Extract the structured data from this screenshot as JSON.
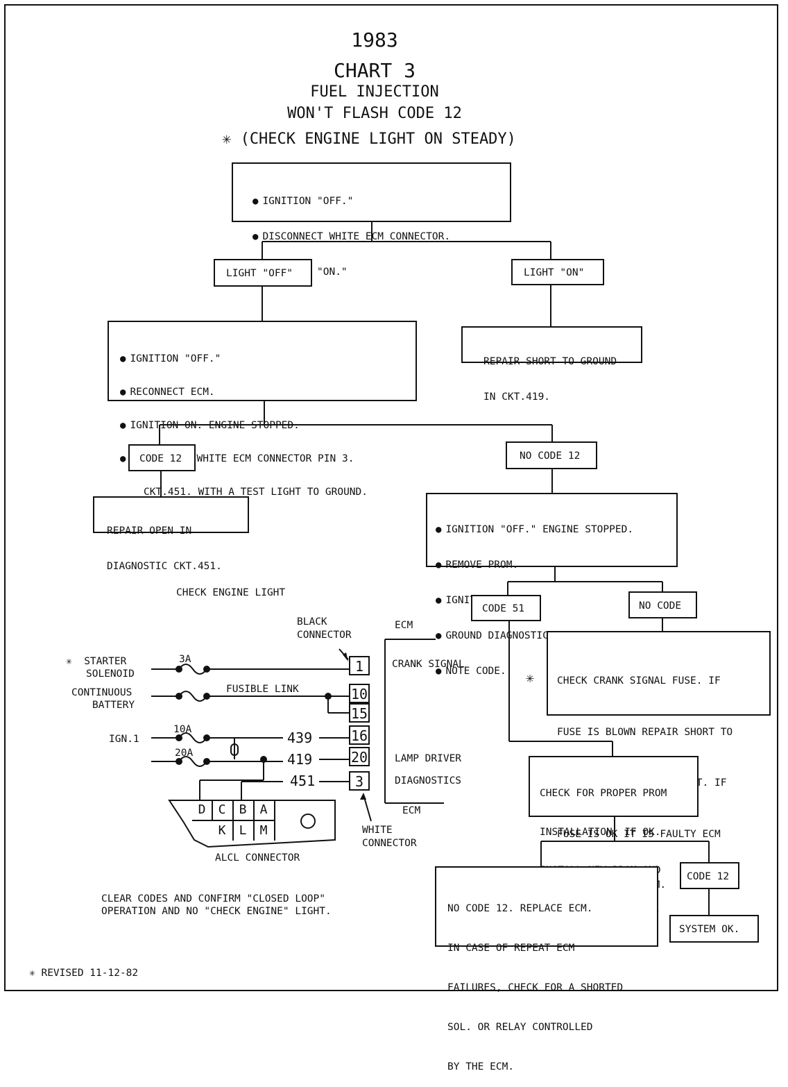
{
  "header": {
    "year": "1983",
    "chart": "CHART 3",
    "line1": "FUEL INJECTION",
    "line2": "WON'T FLASH CODE 12",
    "line3": "✳ (CHECK ENGINE LIGHT ON STEADY)"
  },
  "flow": {
    "start": [
      "IGNITION \"OFF.\"",
      "DISCONNECT WHITE ECM CONNECTOR.",
      "IGNITION \"ON.\""
    ],
    "light_off": "LIGHT \"OFF\"",
    "light_on": "LIGHT \"ON\"",
    "repair_short": [
      "REPAIR SHORT TO GROUND",
      "IN CKT.419."
    ],
    "step2": [
      "IGNITION \"OFF.\"",
      "RECONNECT ECM.",
      "IGNITION ON. ENGINE STOPPED.",
      "BACK PROBE WHITE ECM CONNECTOR PIN 3."
    ],
    "step2_cont": "CKT.451. WITH A TEST LIGHT TO GROUND.",
    "code12_a": "CODE 12",
    "no_code12": "NO CODE 12",
    "repair_open": [
      "REPAIR OPEN IN",
      "DIAGNOSTIC CKT.451."
    ],
    "step3": [
      "IGNITION \"OFF.\" ENGINE STOPPED.",
      "REMOVE PROM.",
      "IGNITION \"ON.\"",
      "GROUND DIAGNOSTIC TERM.",
      "NOTE CODE."
    ],
    "code51": "CODE 51",
    "no_code": "NO CODE",
    "crank_fuse": [
      "CHECK CRANK SIGNAL FUSE. IF",
      "FUSE IS BLOWN REPAIR SHORT TO",
      "VOLTAGE IN CRANK CIRCUIT. IF",
      "FUSE IS OK IT IS FAULTY ECM",
      "CONNECTION OR ECM."
    ],
    "crank_star": "✳",
    "prom_check": [
      "CHECK FOR PROPER PROM",
      "INSTALLATION. IF OK.",
      "INSTALL NEW PROM AND",
      "RECHECK FOR CODE 12."
    ],
    "replace_ecm": [
      "NO CODE 12. REPLACE ECM.",
      "IN CASE OF REPEAT ECM",
      "FAILURES, CHECK FOR A SHORTED",
      "SOL. OR RELAY CONTROLLED",
      "BY THE ECM."
    ],
    "code12_b": "CODE 12",
    "system_ok": "SYSTEM OK."
  },
  "schematic": {
    "title": "CHECK ENGINE LIGHT",
    "black_connector": [
      "BLACK",
      "CONNECTOR"
    ],
    "ecm_top": "ECM",
    "ecm_bottom": "ECM",
    "crank_signal": "CRANK SIGNAL",
    "lamp_driver": "LAMP DRIVER",
    "diagnostics": "DIAGNOSTICS",
    "starter": [
      "✳  STARTER",
      "SOLENOID"
    ],
    "battery": [
      "CONTINUOUS",
      "BATTERY"
    ],
    "ign": "IGN.1",
    "fuse_3a": "3A",
    "fuse_10a": "10A",
    "fuse_20a": "20A",
    "fusible_link": "FUSIBLE LINK",
    "wire_439": "439",
    "wire_419": "419",
    "wire_451": "451",
    "pins": [
      "1",
      "10",
      "15",
      "16",
      "20",
      "3"
    ],
    "alcl_top": [
      "D",
      "C",
      "B",
      "A"
    ],
    "alcl_bottom": [
      "K",
      "L",
      "M"
    ],
    "alcl_label": "ALCL CONNECTOR",
    "white_connector": [
      "WHITE",
      "CONNECTOR"
    ]
  },
  "footer": {
    "clear_codes": [
      "CLEAR CODES AND CONFIRM \"CLOSED LOOP\"",
      "OPERATION AND NO \"CHECK ENGINE\" LIGHT."
    ],
    "revised": "✳ REVISED 11-12-82"
  }
}
